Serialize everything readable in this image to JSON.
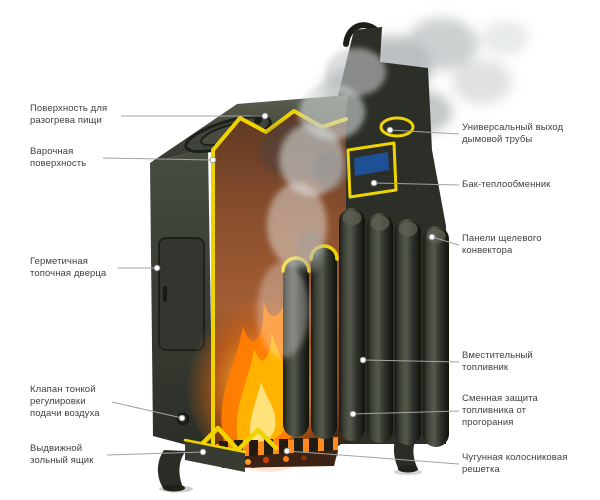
{
  "callouts": {
    "left": [
      {
        "text": "Поверхность для разогрева пищи"
      },
      {
        "text": "Варочная поверхность"
      },
      {
        "text": "Герметичная топочная дверца"
      },
      {
        "text": "Клапан тонкой регулировки подачи воздуха"
      },
      {
        "text": "Выдвижной зольный ящик"
      }
    ],
    "right": [
      {
        "text": "Универсальный выход дымовой трубы"
      },
      {
        "text": "Бак-теплообменник"
      },
      {
        "text": "Панели щелевого конвектора"
      },
      {
        "text": "Вместительный топливник"
      },
      {
        "text": "Сменная защита топливника от прогорания"
      },
      {
        "text": "Чугунная колосниковая решетка"
      }
    ]
  },
  "colors": {
    "label_text": "#3f3f3f",
    "leader_line": "#a3a3a3",
    "cut_edge": "#f0d400",
    "stove_body": "#3a3d34",
    "firebox_interior": "#a35d33",
    "flame": "#ff7d00",
    "heat_exchanger_tank": "#2f6fd0",
    "smoke": "#aab0b2"
  }
}
